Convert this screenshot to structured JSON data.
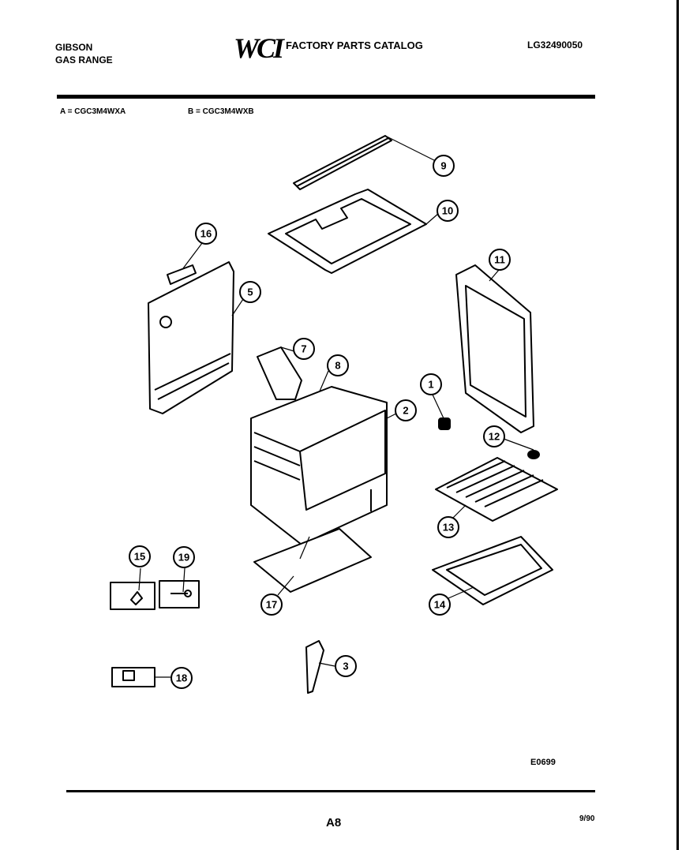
{
  "header": {
    "brand_line1": "GIBSON",
    "brand_line2": "GAS RANGE",
    "logo": "WCI",
    "catalog_title": "FACTORY PARTS CATALOG",
    "doc_number": "LG32490050"
  },
  "models": {
    "a": "A = CGC3M4WXA",
    "b": "B = CGC3M4WXB"
  },
  "callouts": {
    "c1": "1",
    "c2": "2",
    "c3": "3",
    "c5": "5",
    "c7": "7",
    "c8": "8",
    "c9": "9",
    "c10": "10",
    "c11": "11",
    "c12": "12",
    "c13": "13",
    "c14": "14",
    "c15": "15",
    "c16": "16",
    "c17": "17",
    "c18": "18",
    "c19": "19"
  },
  "footer": {
    "illustration_code": "E0699",
    "page": "A8",
    "date": "9/90"
  }
}
